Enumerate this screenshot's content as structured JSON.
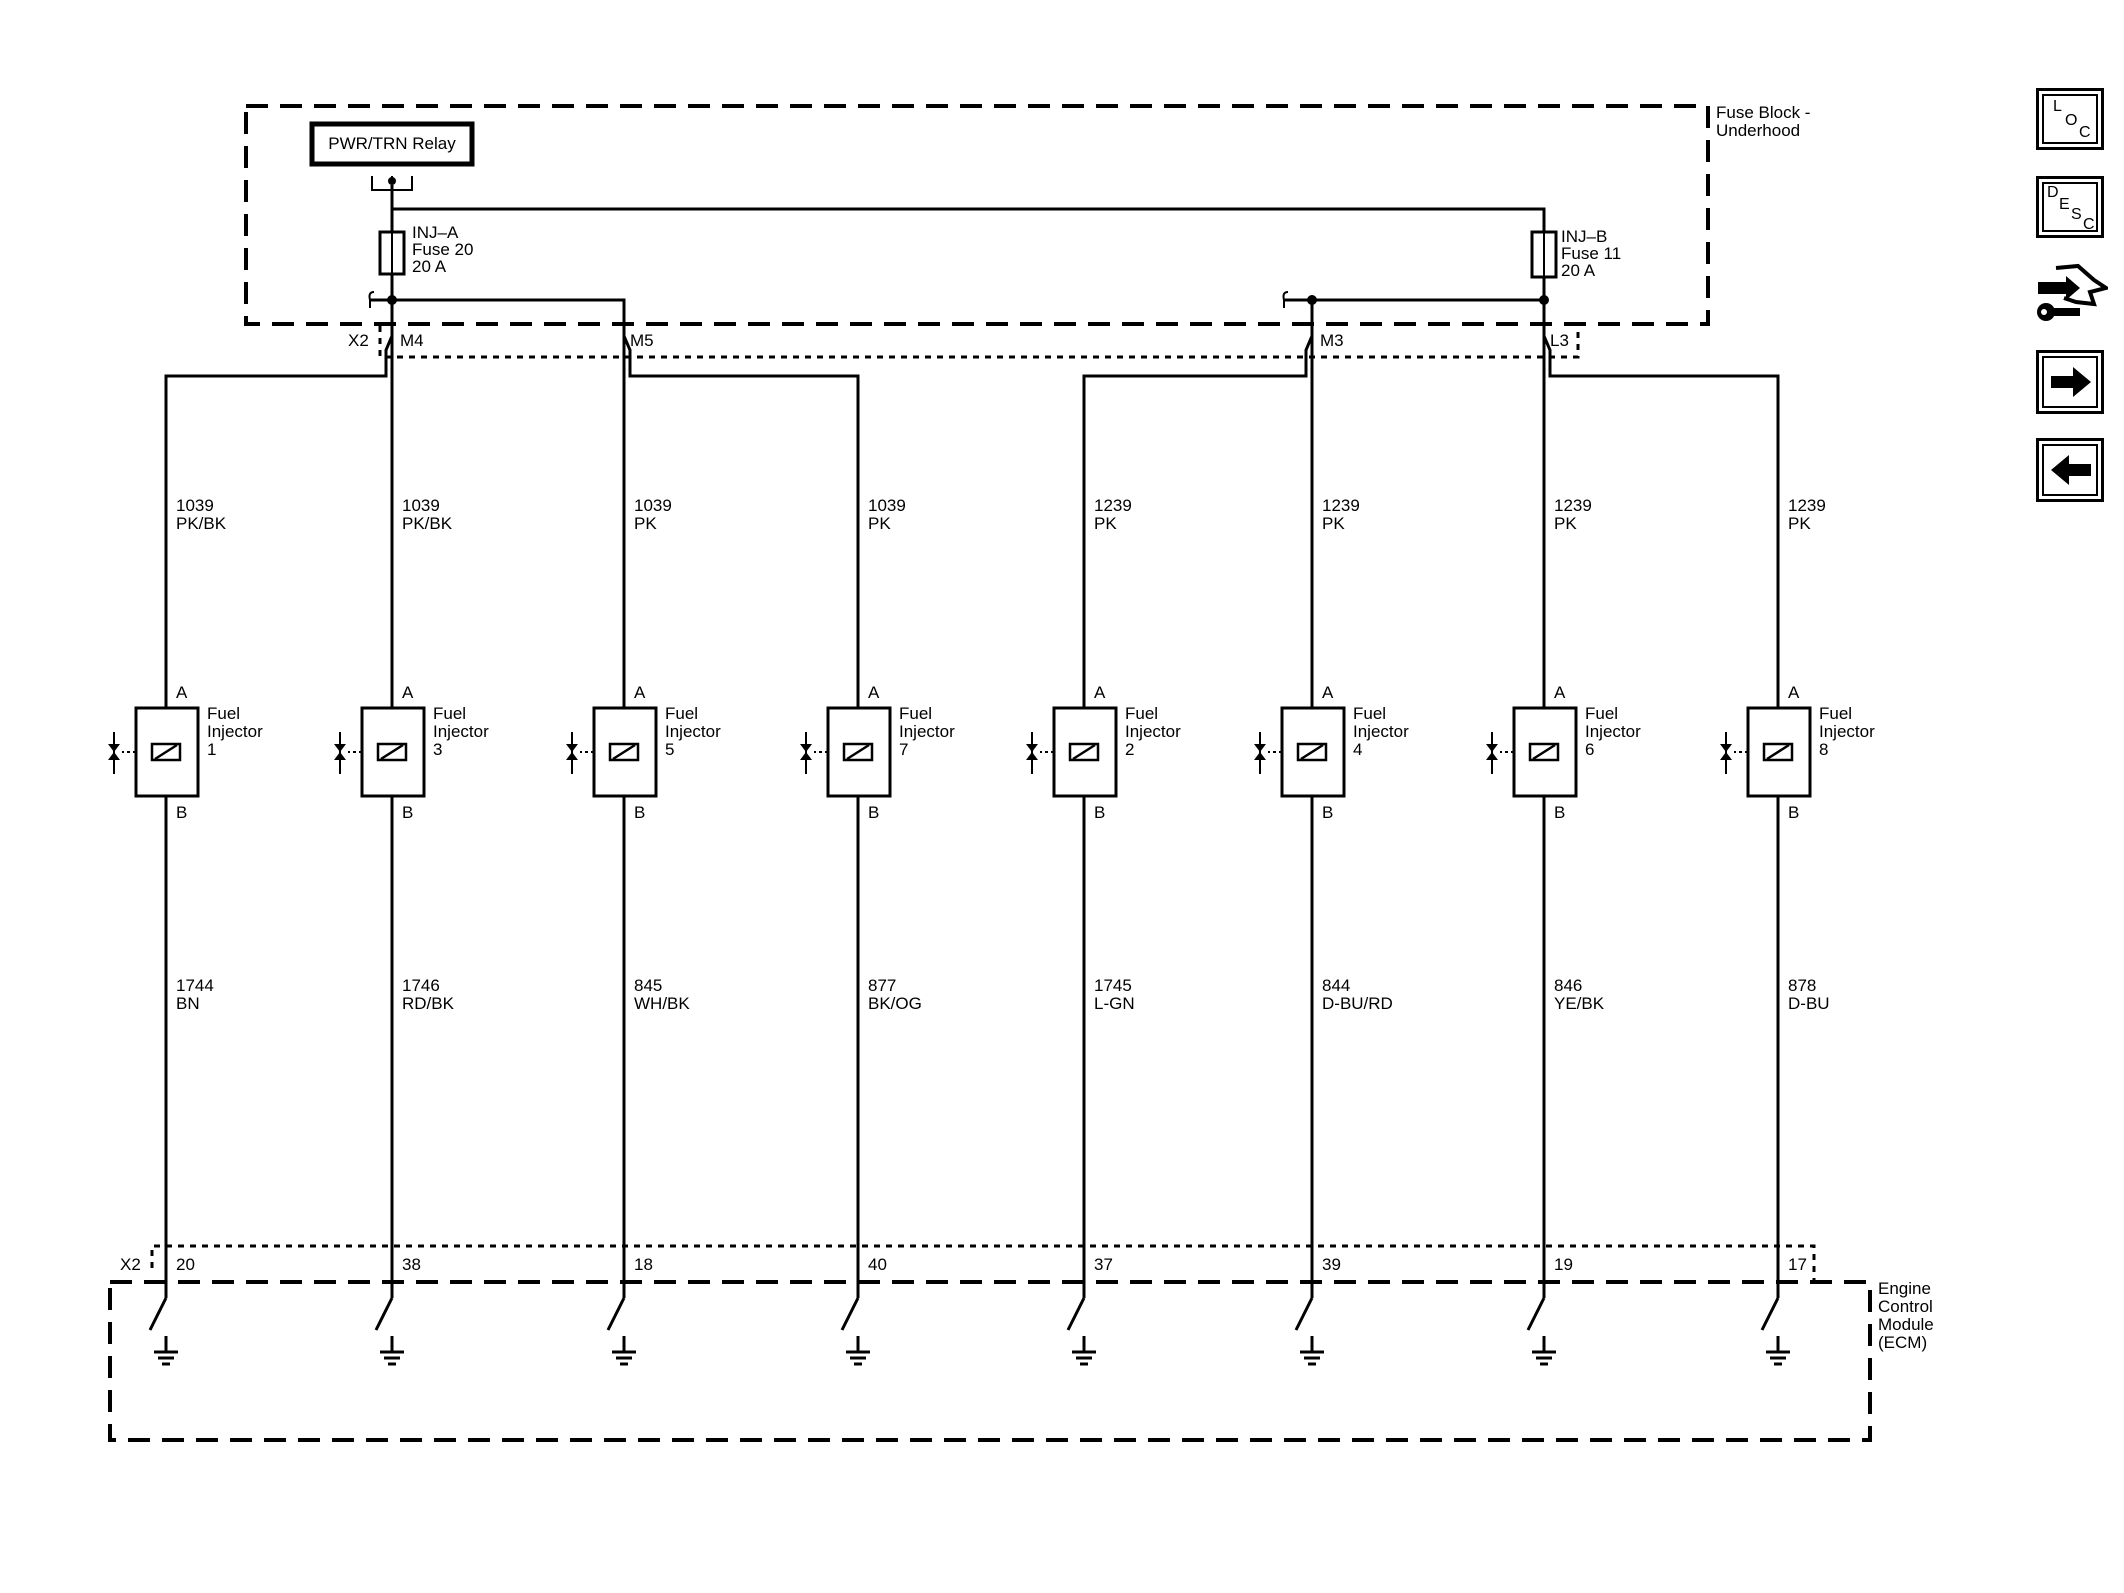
{
  "fuse_block": {
    "label_line1": "Fuse Block -",
    "label_line2": "Underhood",
    "relay_label": "PWR/TRN Relay",
    "fuses": [
      {
        "name": "INJ–A",
        "fuse": "Fuse 20",
        "amps": "20 A"
      },
      {
        "name": "INJ–B",
        "fuse": "Fuse 11",
        "amps": "20 A"
      }
    ],
    "connector": "X2",
    "terminals": [
      "M4",
      "M5",
      "M3",
      "L3"
    ]
  },
  "injectors": [
    {
      "title1": "Fuel",
      "title2": "Injector",
      "num": "1",
      "pin_a": "A",
      "pin_b": "B",
      "feed_circuit": "1039",
      "feed_color": "PK/BK",
      "ctrl_circuit": "1744",
      "ctrl_color": "BN",
      "ecm_pin": "20"
    },
    {
      "title1": "Fuel",
      "title2": "Injector",
      "num": "3",
      "pin_a": "A",
      "pin_b": "B",
      "feed_circuit": "1039",
      "feed_color": "PK/BK",
      "ctrl_circuit": "1746",
      "ctrl_color": "RD/BK",
      "ecm_pin": "38"
    },
    {
      "title1": "Fuel",
      "title2": "Injector",
      "num": "5",
      "pin_a": "A",
      "pin_b": "B",
      "feed_circuit": "1039",
      "feed_color": "PK",
      "ctrl_circuit": "845",
      "ctrl_color": "WH/BK",
      "ecm_pin": "18"
    },
    {
      "title1": "Fuel",
      "title2": "Injector",
      "num": "7",
      "pin_a": "A",
      "pin_b": "B",
      "feed_circuit": "1039",
      "feed_color": "PK",
      "ctrl_circuit": "877",
      "ctrl_color": "BK/OG",
      "ecm_pin": "40"
    },
    {
      "title1": "Fuel",
      "title2": "Injector",
      "num": "2",
      "pin_a": "A",
      "pin_b": "B",
      "feed_circuit": "1239",
      "feed_color": "PK",
      "ctrl_circuit": "1745",
      "ctrl_color": "L-GN",
      "ecm_pin": "37"
    },
    {
      "title1": "Fuel",
      "title2": "Injector",
      "num": "4",
      "pin_a": "A",
      "pin_b": "B",
      "feed_circuit": "1239",
      "feed_color": "PK",
      "ctrl_circuit": "844",
      "ctrl_color": "D-BU/RD",
      "ecm_pin": "39"
    },
    {
      "title1": "Fuel",
      "title2": "Injector",
      "num": "6",
      "pin_a": "A",
      "pin_b": "B",
      "feed_circuit": "1239",
      "feed_color": "PK",
      "ctrl_circuit": "846",
      "ctrl_color": "YE/BK",
      "ecm_pin": "19"
    },
    {
      "title1": "Fuel",
      "title2": "Injector",
      "num": "8",
      "pin_a": "A",
      "pin_b": "B",
      "feed_circuit": "1239",
      "feed_color": "PK",
      "ctrl_circuit": "878",
      "ctrl_color": "D-BU",
      "ecm_pin": "17"
    }
  ],
  "ecm": {
    "connector": "X2",
    "label_lines": [
      "Engine",
      "Control",
      "Module",
      "(ECM)"
    ]
  },
  "side_nav": {
    "loc_letters": [
      "L",
      "O",
      "C"
    ],
    "desc_letters": [
      "D",
      "E",
      "S",
      "C"
    ],
    "items": [
      {
        "name": "location-button",
        "icon": "loc-icon"
      },
      {
        "name": "description-button",
        "icon": "desc-icon"
      },
      {
        "name": "connector-service-button",
        "icon": "hand-wrench-icon"
      },
      {
        "name": "next-button",
        "icon": "arrow-right-icon"
      },
      {
        "name": "previous-button",
        "icon": "arrow-left-icon"
      }
    ]
  }
}
